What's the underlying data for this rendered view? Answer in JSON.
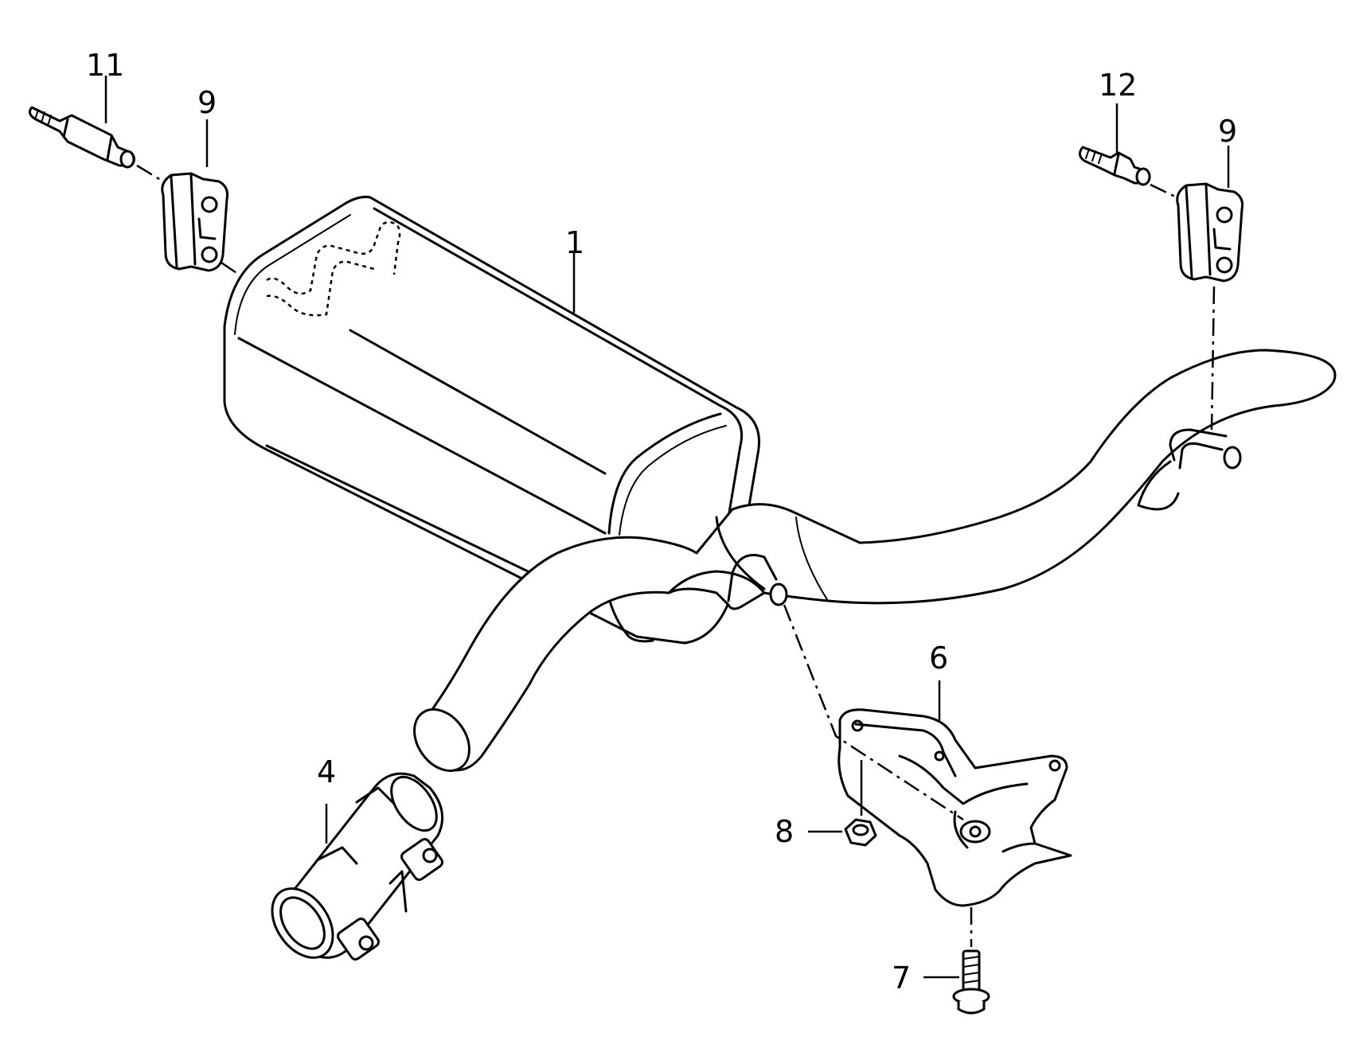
{
  "callouts": {
    "c1": "1",
    "c4": "4",
    "c6": "6",
    "c7": "7",
    "c8": "8",
    "c9_left": "9",
    "c9_right": "9",
    "c11": "11",
    "c12": "12"
  }
}
